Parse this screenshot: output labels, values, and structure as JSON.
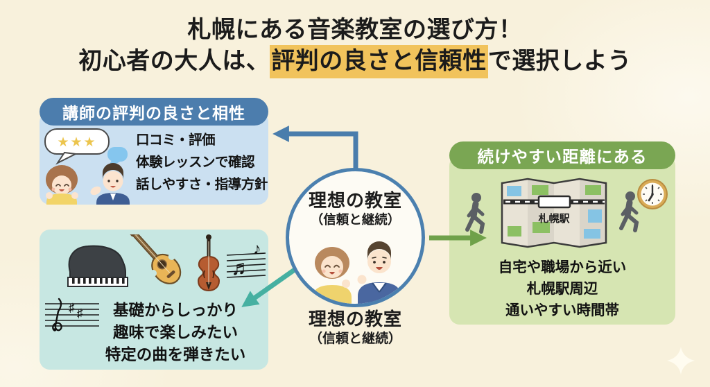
{
  "title": {
    "line1": "札幌にある音楽教室の選び方！",
    "line2_before": "初心者の大人は、",
    "line2_highlight": "評判の良さと信頼性",
    "line2_after": "で選択しよう"
  },
  "teacher_box": {
    "header": "講師の評判の良さと相性",
    "line1": "口コミ・評価",
    "line2": "体験レッスンで確認",
    "line3": "話しやすさ・指導方針",
    "stars": "★★★"
  },
  "purpose_box": {
    "line1": "基礎からしっかり",
    "line2": "趣味で楽しみたい",
    "line3": "特定の曲を弾きたい",
    "staff_notes": "♬",
    "staff_note_single": "♪",
    "sharp1": "♯",
    "sharp2": "♯"
  },
  "distance_box": {
    "header": "続けやすい距離にある",
    "map_label": "札幌駅",
    "line1": "自宅や職場から近い",
    "line2": "札幌駅周辺",
    "line3": "通いやすい時間帯"
  },
  "center": {
    "title": "理想の教室",
    "subtitle": "（信頼と継続）",
    "caption_title": "理想の教室",
    "caption_subtitle": "（信頼と継続）"
  },
  "colors": {
    "background": "#f8f1dc",
    "title_highlight": "#f1c35c",
    "teacher_header": "#4c7dad",
    "teacher_body": "#cbe0f1",
    "purpose_body": "#c7e7e2",
    "distance_header": "#7aa653",
    "distance_body": "#d6e5b2",
    "circle_border": "#4b80af",
    "arrow_blue": "#4a7dac",
    "arrow_teal": "#46b0a1",
    "arrow_green": "#6fa14a"
  }
}
